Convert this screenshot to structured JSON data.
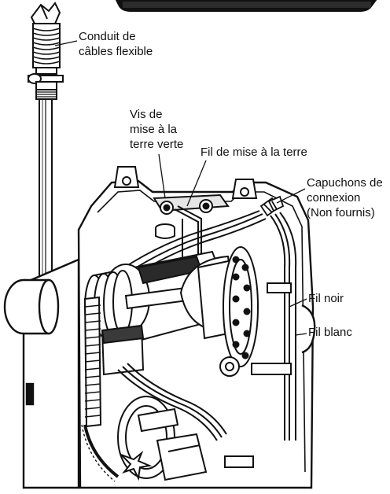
{
  "labels": {
    "conduit": [
      "Conduit de",
      "câbles flexible"
    ],
    "ground_screw": [
      "Vis de",
      "mise à la",
      "terre verte"
    ],
    "ground_wire": "Fil de mise à la terre",
    "wire_nuts": [
      "Capuchons de",
      "connexion",
      "(Non fournis)"
    ],
    "black_wire": "Fil noir",
    "white_wire": "Fil blanc"
  },
  "colors": {
    "line": "#111111",
    "shade_dark": "#3a3a3a",
    "shade_mid": "#7a7a7a",
    "shade_light": "#d9d9d9"
  }
}
